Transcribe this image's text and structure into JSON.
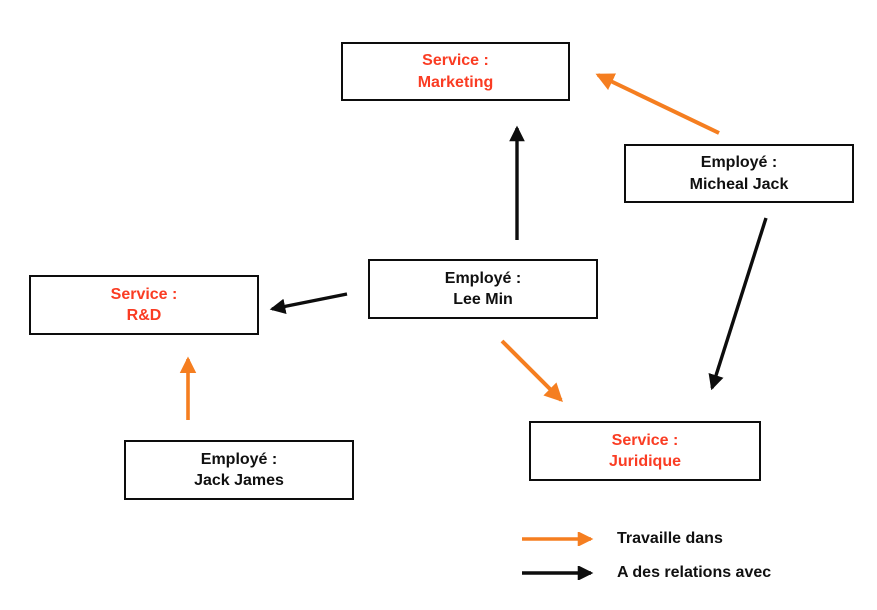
{
  "diagram": {
    "background_color": "#ffffff",
    "colors": {
      "service_text": "#fa3c23",
      "employee_text": "#101010",
      "works_in_arrow": "#f57e20",
      "relation_arrow": "#0d0d0d",
      "node_border": "#0d0d0d"
    },
    "nodes": {
      "marketing": {
        "line1": "Service :",
        "line2": "Marketing"
      },
      "micheal_jack": {
        "line1": "Employé :",
        "line2": "Micheal Jack"
      },
      "lee_min": {
        "line1": "Employé :",
        "line2": "Lee Min"
      },
      "rd": {
        "line1": "Service :",
        "line2": "R&D"
      },
      "jack_james": {
        "line1": "Employé :",
        "line2": "Jack James"
      },
      "juridique": {
        "line1": "Service :",
        "line2": "Juridique"
      }
    },
    "edges": [
      {
        "from": "lee_min",
        "to": "marketing",
        "type": "relation"
      },
      {
        "from": "micheal_jack",
        "to": "marketing",
        "type": "works_in"
      },
      {
        "from": "lee_min",
        "to": "rd",
        "type": "relation"
      },
      {
        "from": "lee_min",
        "to": "juridique",
        "type": "works_in"
      },
      {
        "from": "micheal_jack",
        "to": "juridique",
        "type": "relation"
      },
      {
        "from": "jack_james",
        "to": "rd",
        "type": "works_in"
      }
    ],
    "legend": {
      "works_in_label": "Travaille dans",
      "relation_label": "A des relations avec"
    }
  }
}
